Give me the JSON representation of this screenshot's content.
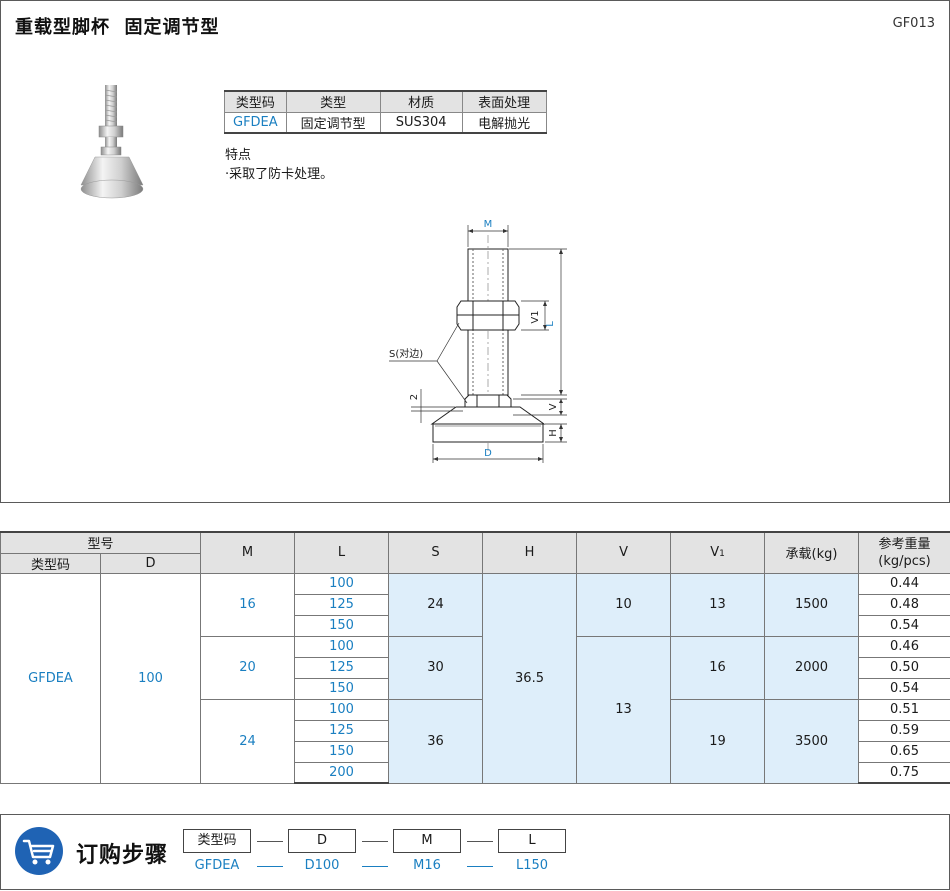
{
  "header": {
    "title": "重载型脚杯  固定调节型",
    "code": "GF013"
  },
  "type_table": {
    "headers": [
      "类型码",
      "类型",
      "材质",
      "表面处理"
    ],
    "row": [
      "GFDEA",
      "固定调节型",
      "SUS304",
      "电解抛光"
    ]
  },
  "features": {
    "title": "特点",
    "item": "·采取了防卡处理。"
  },
  "drawing_labels": {
    "m": "M",
    "l": "L",
    "v1": "V1",
    "v": "V",
    "s": "S(对边)",
    "two": "2",
    "h": "H",
    "d": "D"
  },
  "spec_table": {
    "headers": {
      "model": "型号",
      "type_code": "类型码",
      "d": "D",
      "m": "M",
      "l": "L",
      "s": "S",
      "h": "H",
      "v": "V",
      "v1_main": "V",
      "v1_sub": "1",
      "load": "承载(kg)",
      "weight_line1": "参考重量",
      "weight_line2": "(kg/pcs)"
    },
    "type_code": "GFDEA",
    "d": "100",
    "h": "36.5",
    "groups": [
      {
        "m": "16",
        "s": "24",
        "v": "10",
        "v1": "13",
        "load": "1500",
        "rows": [
          {
            "l": "100",
            "w": "0.44"
          },
          {
            "l": "125",
            "w": "0.48"
          },
          {
            "l": "150",
            "w": "0.54"
          }
        ]
      },
      {
        "m": "20",
        "s": "30",
        "v": "13",
        "v1": "16",
        "load": "2000",
        "rows": [
          {
            "l": "100",
            "w": "0.46"
          },
          {
            "l": "125",
            "w": "0.50"
          },
          {
            "l": "150",
            "w": "0.54"
          }
        ]
      },
      {
        "m": "24",
        "s": "36",
        "v": "13",
        "v1": "19",
        "load": "3500",
        "rows": [
          {
            "l": "100",
            "w": "0.51"
          },
          {
            "l": "125",
            "w": "0.59"
          },
          {
            "l": "150",
            "w": "0.65"
          },
          {
            "l": "200",
            "w": "0.75"
          }
        ]
      }
    ]
  },
  "order": {
    "title": "订购步骤",
    "icon": "shopping-cart-icon",
    "boxes": [
      "类型码",
      "D",
      "M",
      "L"
    ],
    "values": [
      "GFDEA",
      "D100",
      "M16",
      "L150"
    ]
  },
  "colors": {
    "accent_blue": "#1a7fc1",
    "shade_blue": "#deeefa",
    "header_gray": "#e3e3e3",
    "cart_blue": "#1f63b4"
  }
}
